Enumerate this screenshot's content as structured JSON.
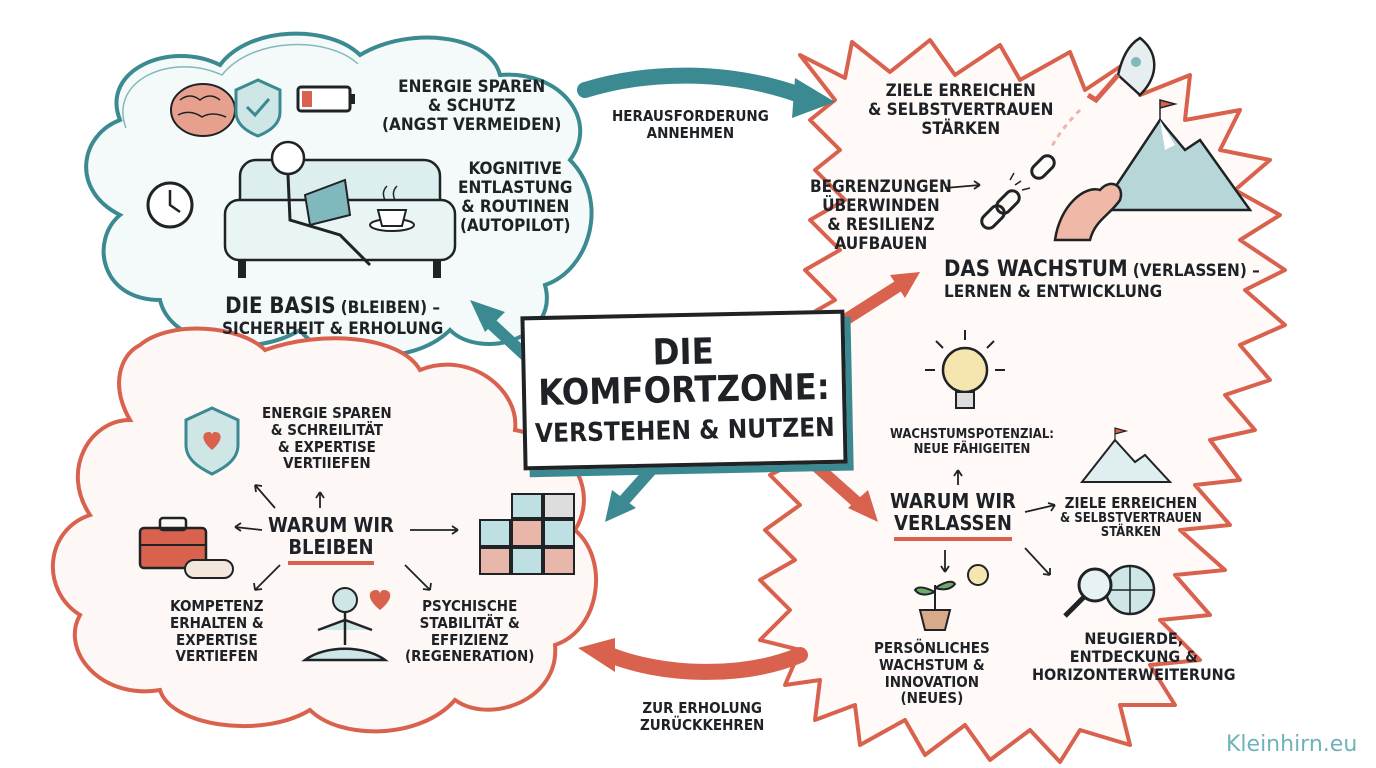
{
  "title": {
    "line1": "DIE",
    "line2": "KOMFORTZONE:",
    "line3": "VERSTEHEN & NUTZEN"
  },
  "basis": {
    "energie": [
      "ENERGIE SPAREN",
      "& SCHUTZ",
      "(ANGST VERMEIDEN)"
    ],
    "kognitiv": [
      "KOGNITIVE",
      "ENTLASTUNG",
      "& ROUTINEN",
      "(AUTOPILOT)"
    ],
    "heading_main": "DIE BASIS",
    "heading_paren": "(BLEIBEN) –",
    "heading_sub": "SICHERHEIT & ERHOLUNG"
  },
  "bleiben": {
    "center": [
      "WARUM WIR",
      "BLEIBEN"
    ],
    "energie": [
      "ENERGIE SPAREN",
      "& SCHREILITÄT",
      "& EXPERTISE",
      "VERTIIEFEN"
    ],
    "kompetenz": [
      "KOMPETENZ",
      "ERHALTEN &",
      "EXPERTISE",
      "VERTIEFEN"
    ],
    "psychisch": [
      "PSYCHISCHE",
      "STABILITÄT &",
      "EFFIZIENZ",
      "(REGENERATION)"
    ]
  },
  "wachstum": {
    "ziele": [
      "ZIELE ERREICHEN",
      "& SELBSTVERTRAUEN",
      "STÄRKEN"
    ],
    "grenzen": [
      "BEGRENZUNGEN",
      "ÜBERWINDEN",
      "& RESILIENZ",
      "AUFBAUEN"
    ],
    "heading_main": "DAS WACHSTUM",
    "heading_paren": "(VERLASSEN) –",
    "heading_sub": "LERNEN & ENTWICKLUNG"
  },
  "verlassen": {
    "potenzial": [
      "WACHSTUMSPOTENZIAL:",
      "NEUE FÄHIGEITEN"
    ],
    "center": [
      "WARUM WIR",
      "VERLASSEN"
    ],
    "ziele": [
      "ZIELE ERREICHEN",
      "& SELBSTVERTRAUEN",
      "STÄRKEN"
    ],
    "persoenlich": [
      "PERSÖNLICHES",
      "WACHSTUM &",
      "INNOVATION",
      "(NEUES)"
    ],
    "neugierde": [
      "NEUGIERDE,",
      "ENTDECKUNG &",
      "HORIZONTERWEITERUNG"
    ]
  },
  "arrows": {
    "top": [
      "HERAUSFORDERUNG",
      "ANNEHMEN"
    ],
    "bottom": [
      "ZUR ERHOLUNG",
      "ZURÜCKKEHREN"
    ]
  },
  "logo": "Kleinhirn.eu",
  "colors": {
    "teal": "#3b8a91",
    "coral": "#d8624e",
    "ink": "#1f2326"
  }
}
